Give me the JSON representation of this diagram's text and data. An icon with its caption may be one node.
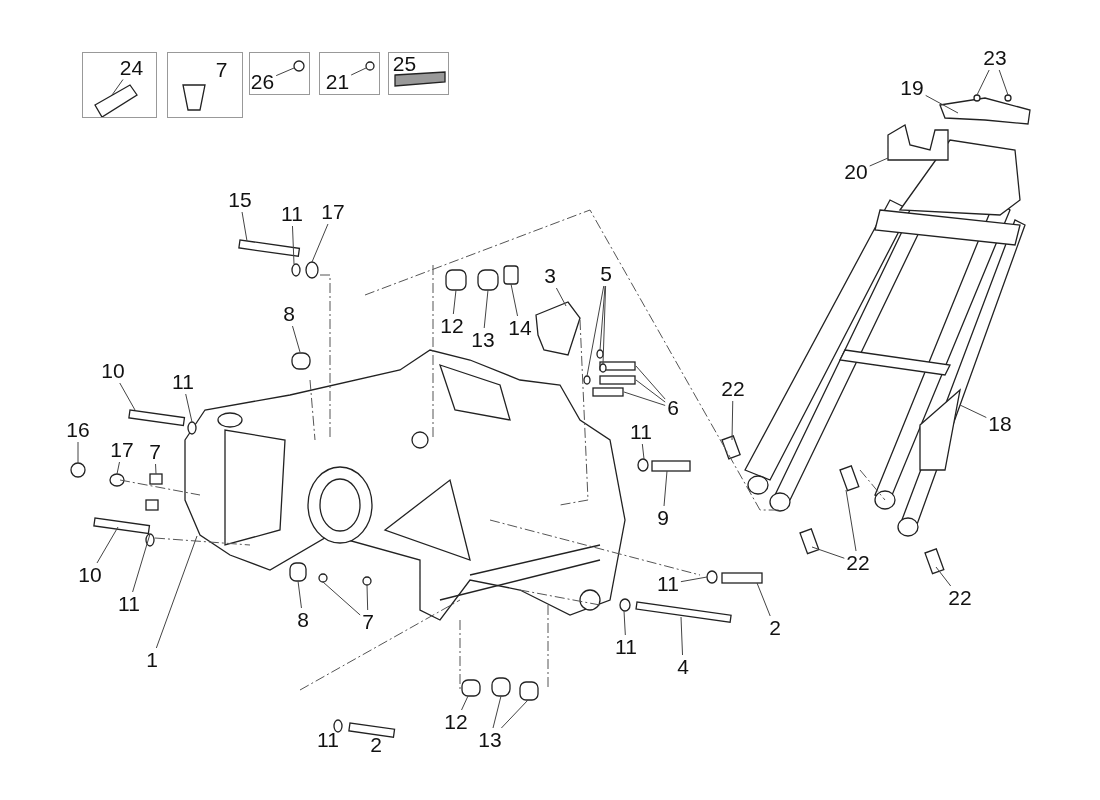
{
  "diagram": {
    "nodes": [
      {
        "text": [],
        "shape": "box"
      },
      {
        "text": [
          "24"
        ],
        "in": 0
      },
      {
        "text": [],
        "shape": "box"
      },
      {
        "text": [
          "7"
        ],
        "in": 2
      },
      {
        "text": [],
        "shape": "box"
      },
      {
        "text": [
          "26"
        ],
        "in": 4
      },
      {
        "text": [],
        "shape": "box"
      },
      {
        "text": [
          "21"
        ],
        "in": 6
      },
      {
        "text": [],
        "shape": "box"
      },
      {
        "text": [
          "25"
        ],
        "in": 8
      },
      {
        "text": [
          "23"
        ]
      },
      {
        "text": [
          "19"
        ]
      },
      {
        "text": [
          "15"
        ]
      },
      {
        "text": [
          "11"
        ]
      },
      {
        "text": [
          "17"
        ]
      },
      {
        "text": [
          "8"
        ]
      },
      {
        "text": [
          "12"
        ]
      },
      {
        "text": [
          "13"
        ]
      },
      {
        "text": [
          "14"
        ]
      },
      {
        "text": [
          "3"
        ]
      },
      {
        "text": [
          "5"
        ]
      },
      {
        "text": [
          "20"
        ]
      },
      {
        "text": [
          "10"
        ]
      },
      {
        "text": [
          "11"
        ]
      },
      {
        "text": [
          "6"
        ]
      },
      {
        "text": [
          "22"
        ]
      },
      {
        "text": [
          "18"
        ]
      },
      {
        "text": [
          "16"
        ]
      },
      {
        "text": [
          "17"
        ]
      },
      {
        "text": [
          "7"
        ]
      },
      {
        "text": [
          "11"
        ]
      },
      {
        "text": [
          "9"
        ]
      },
      {
        "text": [
          "10"
        ]
      },
      {
        "text": [
          "11"
        ]
      },
      {
        "text": [
          "1"
        ]
      },
      {
        "text": [
          "8"
        ]
      },
      {
        "text": [
          "7"
        ]
      },
      {
        "text": [
          "22"
        ]
      },
      {
        "text": [
          "22"
        ]
      },
      {
        "text": [
          "11"
        ]
      },
      {
        "text": [
          "2"
        ]
      },
      {
        "text": [
          "11"
        ]
      },
      {
        "text": [
          "4"
        ]
      },
      {
        "text": [
          "11"
        ]
      },
      {
        "text": [
          "12"
        ]
      },
      {
        "text": [
          "13"
        ]
      },
      {
        "text": [
          "2"
        ]
      }
    ],
    "edges": [
      {
        "from": 1,
        "to": null,
        "arrow": "none"
      },
      {
        "from": 5,
        "to": null,
        "arrow": "none"
      },
      {
        "from": 7,
        "to": null,
        "arrow": "none"
      },
      {
        "from": 10,
        "to": null,
        "arrow": "none"
      },
      {
        "from": 10,
        "to": null,
        "arrow": "none"
      },
      {
        "from": 11,
        "to": null,
        "arrow": "none"
      },
      {
        "from": 12,
        "to": null,
        "arrow": "none"
      },
      {
        "from": 13,
        "to": null,
        "arrow": "none"
      },
      {
        "from": 14,
        "to": null,
        "arrow": "none"
      },
      {
        "from": 15,
        "to": null,
        "arrow": "none"
      },
      {
        "from": 16,
        "to": null,
        "arrow": "none"
      },
      {
        "from": 17,
        "to": null,
        "arrow": "none"
      },
      {
        "from": 18,
        "to": null,
        "arrow": "none"
      },
      {
        "from": 19,
        "to": null,
        "arrow": "none"
      },
      {
        "from": 20,
        "to": null,
        "arrow": "none"
      },
      {
        "from": 20,
        "to": null,
        "arrow": "none"
      },
      {
        "from": 20,
        "to": null,
        "arrow": "none"
      },
      {
        "from": 21,
        "to": null,
        "arrow": "none"
      },
      {
        "from": 22,
        "to": null,
        "arrow": "none"
      },
      {
        "from": 23,
        "to": null,
        "arrow": "none"
      },
      {
        "from": 24,
        "to": null,
        "arrow": "none"
      },
      {
        "from": 24,
        "to": null,
        "arrow": "none"
      },
      {
        "from": 24,
        "to": null,
        "arrow": "none"
      },
      {
        "from": 25,
        "to": null,
        "arrow": "none"
      },
      {
        "from": 26,
        "to": null,
        "arrow": "none"
      },
      {
        "from": 27,
        "to": null,
        "arrow": "none"
      },
      {
        "from": 28,
        "to": null,
        "arrow": "none"
      },
      {
        "from": 29,
        "to": null,
        "arrow": "none"
      },
      {
        "from": 30,
        "to": null,
        "arrow": "none"
      },
      {
        "from": 31,
        "to": null,
        "arrow": "none"
      },
      {
        "from": 32,
        "to": null,
        "arrow": "none"
      },
      {
        "from": 33,
        "to": null,
        "arrow": "none"
      },
      {
        "from": 34,
        "to": null,
        "arrow": "none"
      },
      {
        "from": 35,
        "to": null,
        "arrow": "none"
      },
      {
        "from": 36,
        "to": null,
        "arrow": "none"
      },
      {
        "from": 36,
        "to": null,
        "arrow": "none"
      },
      {
        "from": 37,
        "to": null,
        "arrow": "none"
      },
      {
        "from": 37,
        "to": null,
        "arrow": "none"
      },
      {
        "from": 38,
        "to": null,
        "arrow": "none"
      },
      {
        "from": 39,
        "to": null,
        "arrow": "none"
      },
      {
        "from": 40,
        "to": null,
        "arrow": "none"
      },
      {
        "from": 41,
        "to": null,
        "arrow": "none"
      },
      {
        "from": 42,
        "to": null,
        "arrow": "none"
      },
      {
        "from": 44,
        "to": null,
        "arrow": "none"
      },
      {
        "from": 45,
        "to": null,
        "arrow": "none"
      },
      {
        "from": 45,
        "to": null,
        "arrow": "none"
      }
    ]
  }
}
